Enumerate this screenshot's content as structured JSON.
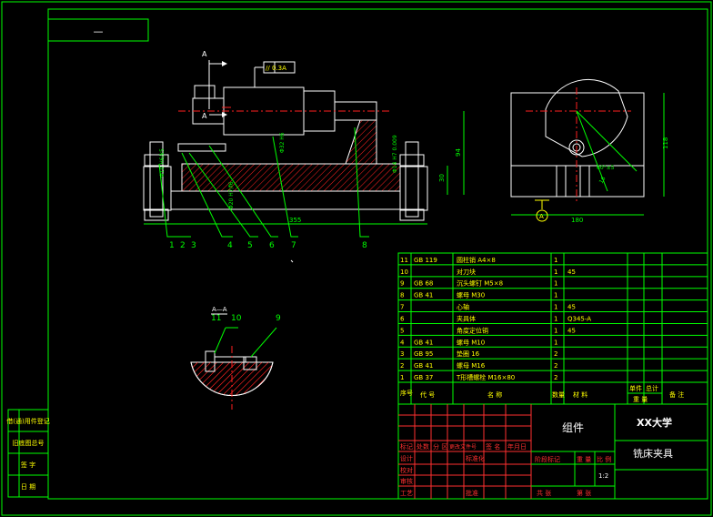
{
  "colors": {
    "background": "#000000",
    "border": "#00ff00",
    "part_outline": "#ffffff",
    "section_hatch": "#ff2020",
    "dimension": "#00ff00",
    "centerline": "#ff2020",
    "leader": "#00ff00",
    "table_text": "#ffff00",
    "title_block_text": "#ff3030",
    "white_text": "#ffffff"
  },
  "top_left_box": {
    "label": "—"
  },
  "front_view": {
    "section_marker": "A",
    "tolerance_frame": "// 0.3A",
    "dim_overall_length": "355",
    "dim_height_94": "94",
    "dim_height_30": "30",
    "dim_bore": "Φ32 H6",
    "dim_shaft": "Φ20 H7/f6",
    "dim_pin": "Φ14 H7 0.009",
    "dim_bolt": "Φ10 H6/k5",
    "leader_numbers": [
      "1",
      "2",
      "3",
      "4",
      "5",
      "6",
      "7",
      "8"
    ]
  },
  "side_view": {
    "dim_width": "180",
    "dim_height": "118",
    "dim_angle": "60°±5",
    "dim_small": "16",
    "datum_label": "A"
  },
  "section_view": {
    "label": "A—A",
    "leader_numbers": [
      "11",
      "10",
      "9"
    ]
  },
  "parts_list": {
    "rows": [
      {
        "no": "11",
        "std": "GB 119",
        "name": "圆柱销 A4×8",
        "qty": "1",
        "material": ""
      },
      {
        "no": "10",
        "std": "",
        "name": "对刀块",
        "qty": "1",
        "material": "45"
      },
      {
        "no": "9",
        "std": "GB 68",
        "name": "沉头螺钉 M5×8",
        "qty": "1",
        "material": ""
      },
      {
        "no": "8",
        "std": "GB 41",
        "name": "螺母 M30",
        "qty": "1",
        "material": ""
      },
      {
        "no": "7",
        "std": "",
        "name": "心轴",
        "qty": "1",
        "material": "45"
      },
      {
        "no": "6",
        "std": "",
        "name": "夹具体",
        "qty": "1",
        "material": "Q345-A"
      },
      {
        "no": "5",
        "std": "",
        "name": "角度定位销",
        "qty": "1",
        "material": "45"
      },
      {
        "no": "4",
        "std": "GB 41",
        "name": "螺母 M10",
        "qty": "1",
        "material": ""
      },
      {
        "no": "3",
        "std": "GB 95",
        "name": "垫圈 16",
        "qty": "2",
        "material": ""
      },
      {
        "no": "2",
        "std": "GB 41",
        "name": "螺母 M16",
        "qty": "2",
        "material": ""
      },
      {
        "no": "1",
        "std": "GB 37",
        "name": "T形槽螺栓 M16×80",
        "qty": "2",
        "material": ""
      }
    ],
    "header": {
      "no": "序号",
      "code": "代 号",
      "name": "名 称",
      "qty": "数量",
      "material": "材 料",
      "unit_weight": "单件",
      "total_weight": "总计",
      "weight": "重 量",
      "remarks": "备 注"
    }
  },
  "title_block": {
    "assembly": "组件",
    "university": "XX大学",
    "drawing_title": "铣床夹具",
    "rev_headers": [
      "标记",
      "处数",
      "分 区",
      "更改文件号",
      "签 名",
      "年月日"
    ],
    "role_labels": [
      "设计",
      "校对",
      "审核",
      "工艺"
    ],
    "standardization": "标准化",
    "approve": "批准",
    "stage_mark": "阶段标记",
    "weight": "重 量",
    "scale": "比 例",
    "scale_value": "1:2",
    "sheets_total": "共 张",
    "sheet_no": "第 张"
  },
  "left_strip": {
    "labels": [
      "借(通)用件登记",
      "旧底图总号",
      "签 字",
      "日 期"
    ]
  }
}
